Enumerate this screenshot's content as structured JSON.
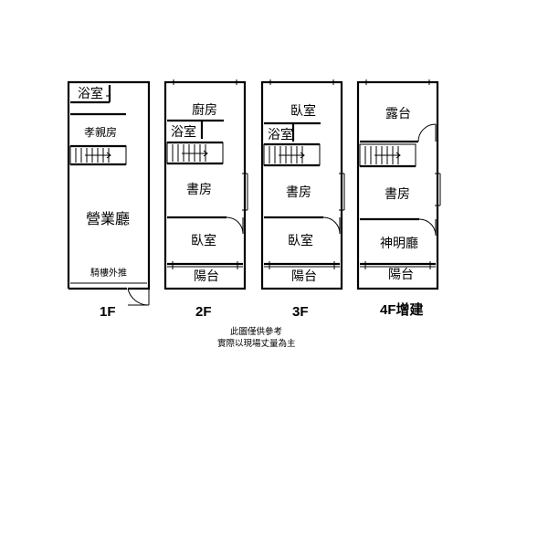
{
  "floors": {
    "f1": {
      "label": "1F",
      "rooms": {
        "bath": "浴室",
        "parent_room": "孝親房",
        "business_hall": "營業廳",
        "arcade": "騎樓外推"
      }
    },
    "f2": {
      "label": "2F",
      "rooms": {
        "kitchen": "廚房",
        "bath": "浴室",
        "study": "書房",
        "bedroom": "臥室",
        "balcony": "陽台"
      }
    },
    "f3": {
      "label": "3F",
      "rooms": {
        "bedroom_top": "臥室",
        "bath": "浴室",
        "study": "書房",
        "bedroom": "臥室",
        "balcony": "陽台"
      }
    },
    "f4": {
      "label": "4F增建",
      "rooms": {
        "terrace": "露台",
        "study": "書房",
        "shrine_hall": "神明廳",
        "balcony": "陽台"
      }
    }
  },
  "note": {
    "line1": "此圖僅供參考",
    "line2": "實際以現場丈量為主"
  }
}
